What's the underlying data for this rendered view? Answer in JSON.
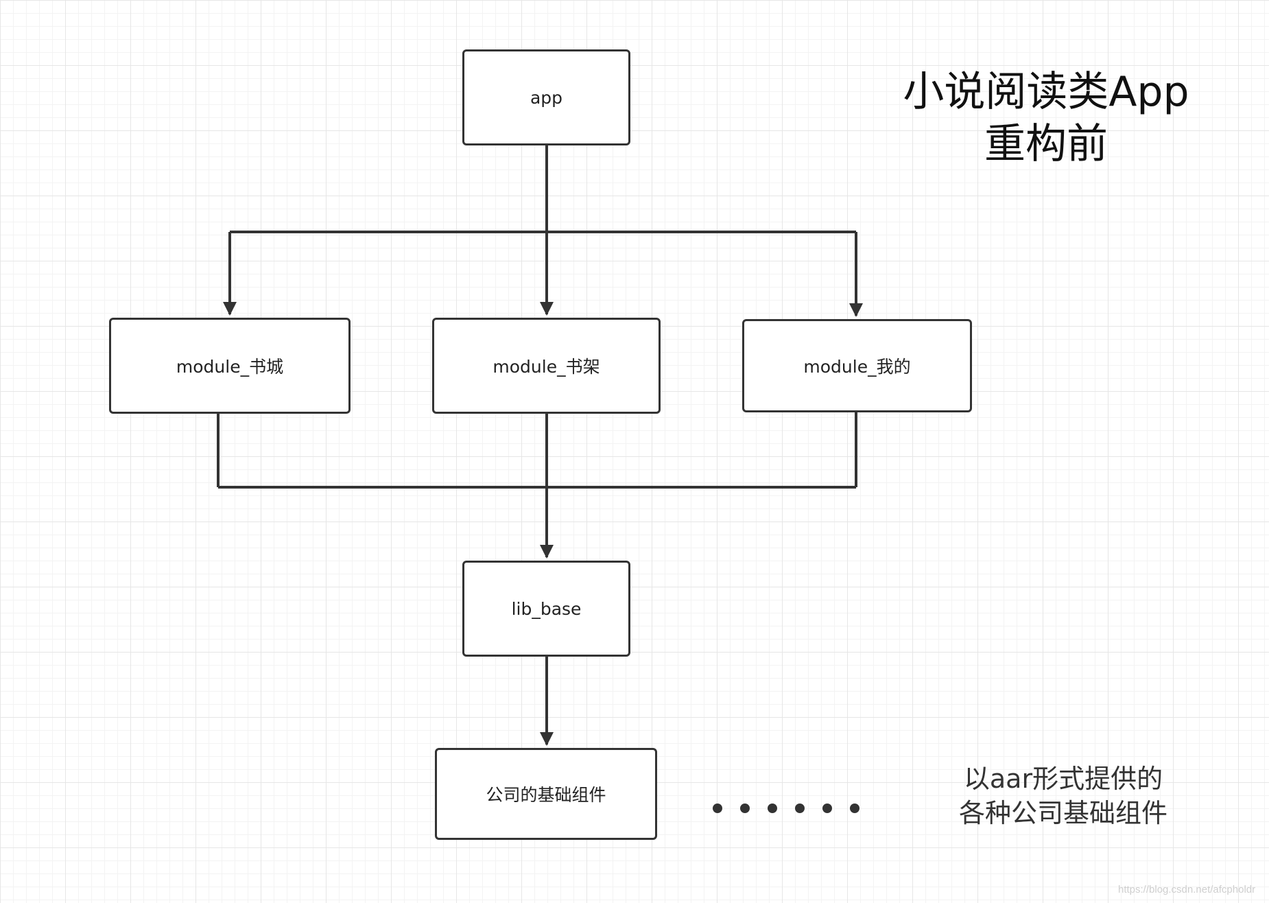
{
  "title": {
    "line1": "小说阅读类App",
    "line2": "重构前"
  },
  "nodes": {
    "app": "app",
    "module_mall": "module_书城",
    "module_shelf": "module_书架",
    "module_mine": "module_我的",
    "lib_base": "lib_base",
    "company_components": "公司的基础组件"
  },
  "note": {
    "line1": "以aar形式提供的",
    "line2": "各种公司基础组件"
  },
  "ellipsis_dot_count": 6,
  "watermark": "https://blog.csdn.net/afcpholdr",
  "colors": {
    "stroke": "#333333",
    "grid": "#e6e6e6",
    "background": "#ffffff"
  }
}
